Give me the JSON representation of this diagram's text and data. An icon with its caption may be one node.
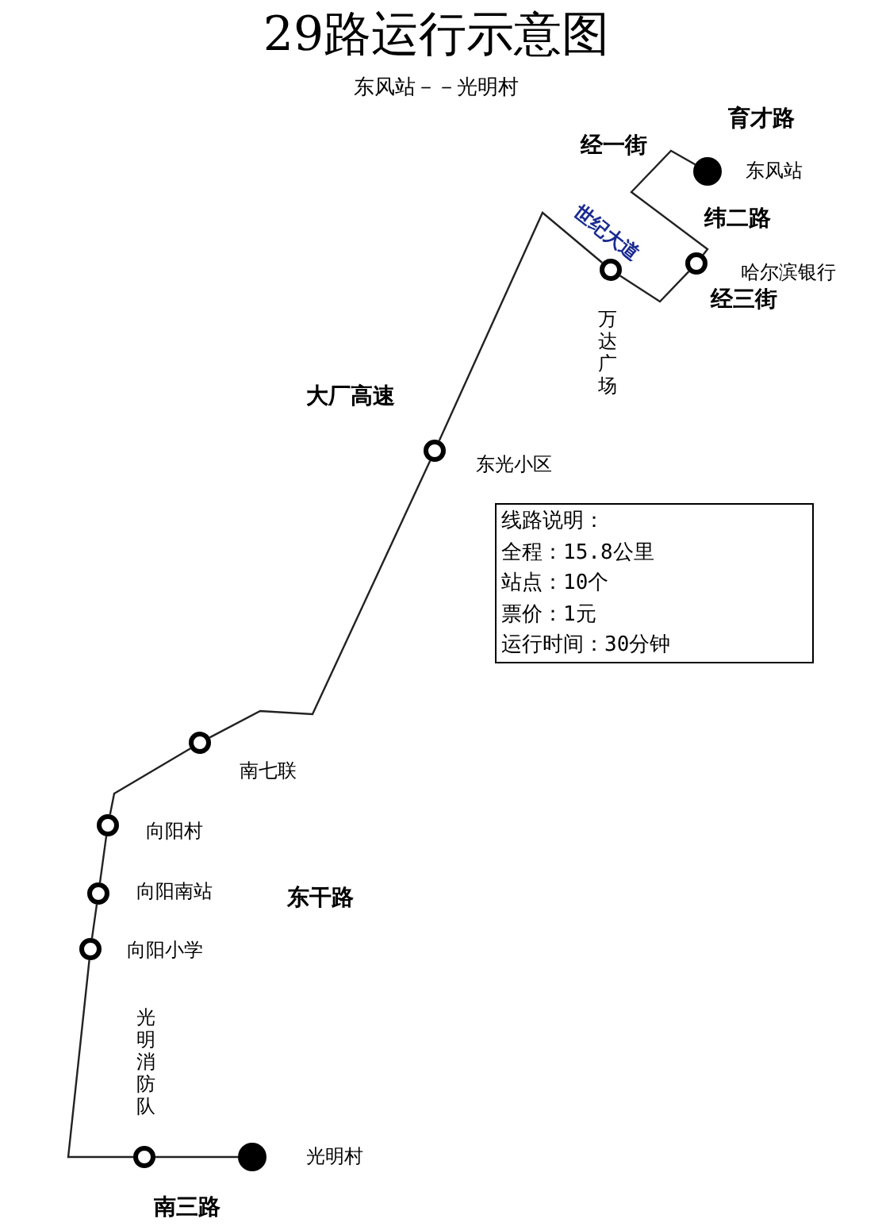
{
  "diagram": {
    "title": "29路运行示意图",
    "nodes": [
      {
        "text": [],
        "shape": "dot",
        "beside": [
          "东风站"
        ]
      },
      {
        "text": [],
        "shape": "circle",
        "beside": [
          "哈尔滨银行"
        ]
      },
      {
        "text": [],
        "shape": "circle",
        "beside": [
          "万达广场"
        ]
      },
      {
        "text": [],
        "shape": "circle",
        "beside": [
          "东光小区"
        ]
      },
      {
        "text": [],
        "shape": "circle",
        "beside": [
          "南七联"
        ]
      },
      {
        "text": [],
        "shape": "circle",
        "beside": [
          "向阳村"
        ]
      },
      {
        "text": [],
        "shape": "circle",
        "beside": [
          "向阳南站"
        ]
      },
      {
        "text": [],
        "shape": "circle",
        "beside": [
          "向阳小学"
        ]
      },
      {
        "text": [],
        "shape": "circle",
        "beside": [
          "光明消防队"
        ]
      },
      {
        "text": [],
        "shape": "dot",
        "beside": [
          "光明村"
        ]
      },
      {
        "text": [
          "线路说明：",
          "全程：15.8公里",
          "站点：10个",
          "票价：1元",
          "运行时间：30分钟"
        ]
      }
    ],
    "edges": [
      {
        "from": 0,
        "to": 1,
        "arrow": "none"
      },
      {
        "from": 1,
        "to": 2,
        "arrow": "none"
      },
      {
        "from": 2,
        "to": 3,
        "arrow": "none"
      },
      {
        "from": 3,
        "to": 4,
        "arrow": "none"
      },
      {
        "from": 4,
        "to": 5,
        "arrow": "none"
      },
      {
        "from": 5,
        "to": 6,
        "arrow": "none"
      },
      {
        "from": 6,
        "to": 7,
        "arrow": "none"
      },
      {
        "from": 7,
        "to": 8,
        "arrow": "none"
      },
      {
        "from": 8,
        "to": 9,
        "arrow": "none"
      }
    ],
    "labels": [
      "东风站－－光明村",
      "育才路",
      "经一街",
      "纬二路",
      "世纪大道",
      "经三街",
      "大厂高速",
      "东干路",
      "南三路"
    ]
  }
}
